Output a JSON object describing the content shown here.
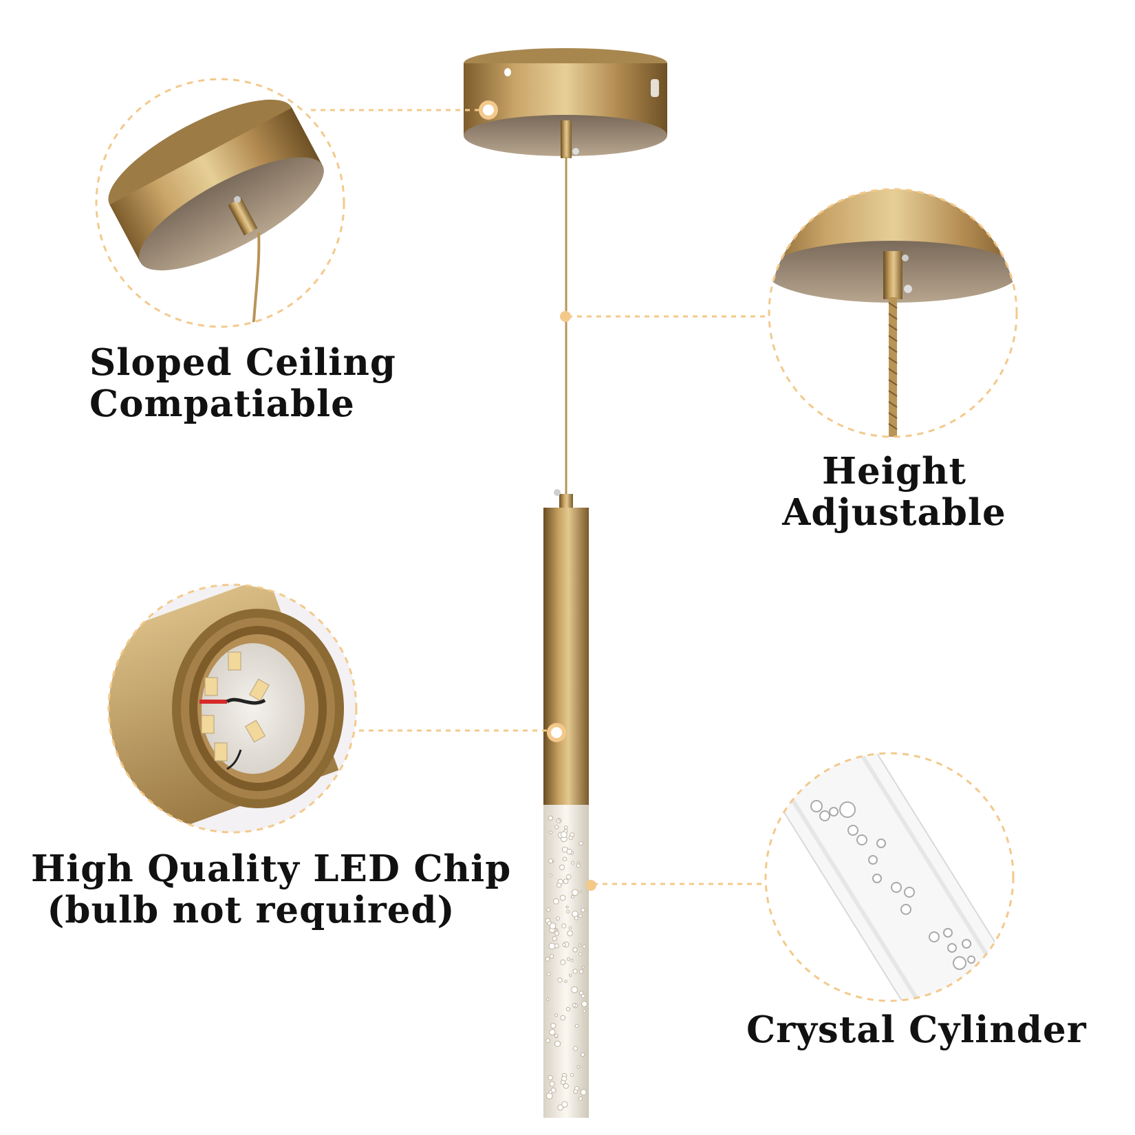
{
  "colors": {
    "accent_dashed": "#F3C98B",
    "brass_light": "#E2C689",
    "brass_mid": "#C4A063",
    "brass_dark": "#8C6A34",
    "brass_shadow": "#5E4620",
    "label_text": "#111111",
    "background": "#FFFFFF"
  },
  "features": [
    {
      "id": "sloped-ceiling",
      "lines": [
        "Sloped Ceiling",
        "Compatiable"
      ],
      "icon": "canopy-side-view"
    },
    {
      "id": "height-adjustable",
      "lines": [
        "Height",
        "Adjustable"
      ],
      "icon": "canopy-cable-closeup"
    },
    {
      "id": "led-chip",
      "lines": [
        "High Quality LED Chip",
        "(bulb not required)"
      ],
      "icon": "led-chip-closeup"
    },
    {
      "id": "crystal-cylinder",
      "lines": [
        "Crystal Cylinder"
      ],
      "icon": "crystal-bubble-closeup"
    }
  ]
}
